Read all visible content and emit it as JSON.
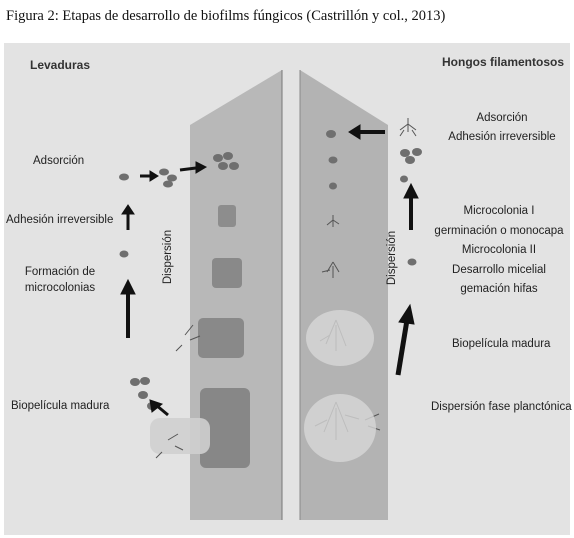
{
  "caption": "Figura 2: Etapas de desarrollo de biofilms fúngicos (Castrillón y col., 2013)",
  "left": {
    "header": "Levaduras",
    "stages": {
      "adsorcion": "Adsorción",
      "adhesion": "Adhesión irreversible",
      "formacion_line1": "Formación de",
      "formacion_line2": "microcolonias",
      "biopelicula": "Biopelícula madura"
    },
    "dispersion": "Dispersión"
  },
  "right": {
    "header": "Hongos filamentosos",
    "stages": {
      "adsorcion": "Adsorción",
      "adhesion": "Adhesión irreversible",
      "microcolonia1": "Microcolonia I",
      "germinacion": "germinación o monocapa",
      "microcolonia2": "Microcolonia II",
      "desarrollo": "Desarrollo micelial",
      "gemacion": "gemación hifas",
      "biopelicula": "Biopelícula madura",
      "dispersion_fase": "Dispersión fase planctónica"
    },
    "dispersion": "Dispersión"
  },
  "colors": {
    "panel": "#e3e3e3",
    "surface_left": "#b8b8b8",
    "surface_right": "#b3b3b3",
    "arrow": "#111111",
    "cell": "#6f6f6f"
  }
}
